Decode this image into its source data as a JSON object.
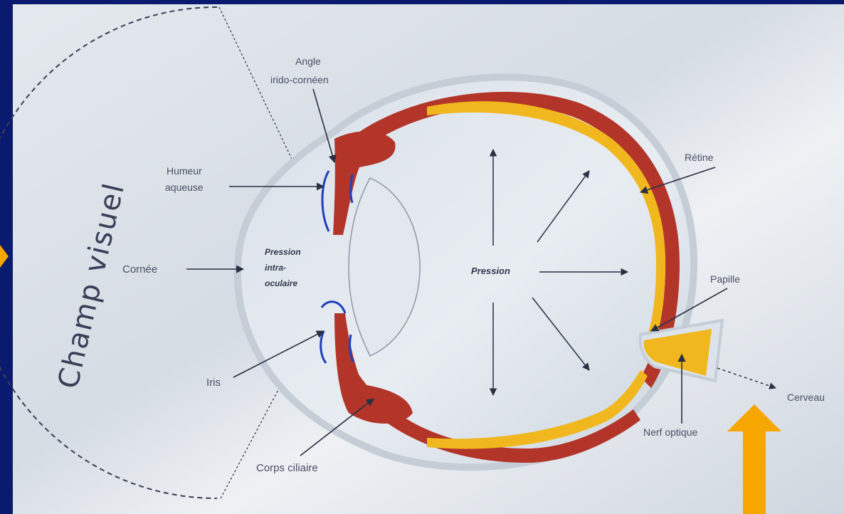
{
  "diagram": {
    "champ_visuel": "Champ visuel",
    "labels": {
      "angle_line1": "Angle",
      "angle_line2": "irido-cornéen",
      "humeur_line1": "Humeur",
      "humeur_line2": "aqueuse",
      "cornee": "Cornée",
      "pression_intra_line1": "Pression",
      "pression_intra_line2": "intra-",
      "pression_intra_line3": "oculaire",
      "pression": "Pression",
      "retine": "Rétine",
      "papille": "Papille",
      "iris": "Iris",
      "corps_ciliaire": "Corps ciliaire",
      "nerf_optique": "Nerf optique",
      "cerveau": "Cerveau"
    }
  },
  "colors": {
    "frame": "#0a1a6e",
    "panel": "#dde3ea",
    "sclera_red": "#b3352a",
    "retina_yellow": "#f0b81e",
    "aqueous_blue": "#1f3fbf",
    "highlight_arrow": "#f7a600"
  }
}
